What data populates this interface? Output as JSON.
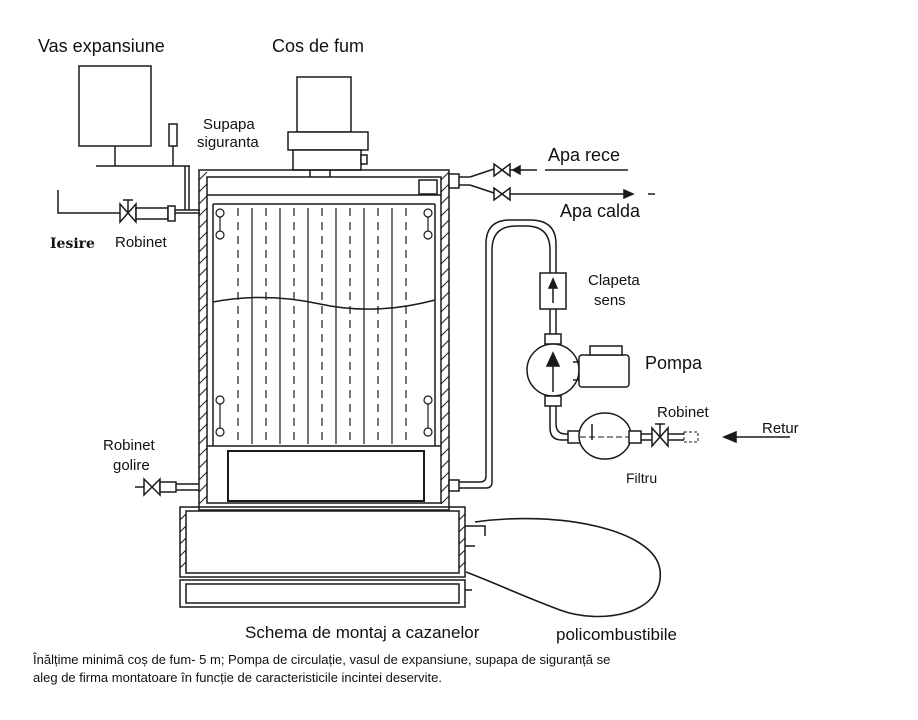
{
  "labels": {
    "expansion_vessel": "Vas expansiune",
    "chimney": "Cos de fum",
    "safety_valve_1": "Supapa",
    "safety_valve_2": "siguranta",
    "cold_water": "Apa rece",
    "hot_water": "Apa calda",
    "outlet": "Iesire",
    "valve_top": "Robinet",
    "check_valve_1": "Clapeta",
    "check_valve_2": "sens",
    "pump": "Pompa",
    "valve_return": "Robinet",
    "return": "Retur",
    "filter": "Filtru",
    "drain_valve_1": "Robinet",
    "drain_valve_2": "golire"
  },
  "caption": {
    "title_a": "Schema de montaj a cazanelor",
    "title_b": "policombustibile",
    "note_line1": "Înălțime minimă coș de fum- 5 m; Pompa de circulație, vasul de expansiune, supapa de siguranță se",
    "note_line2": "aleg de firma montatoare în funcție de caracteristicile incintei deservite."
  }
}
